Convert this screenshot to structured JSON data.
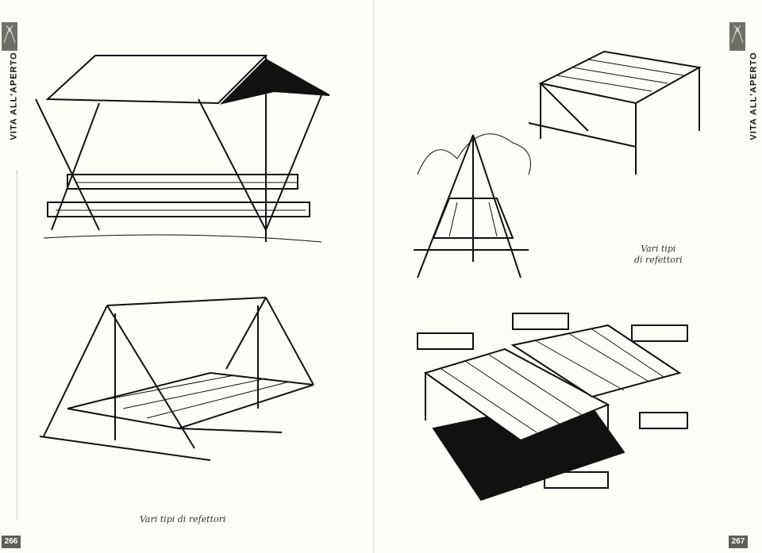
{
  "left_page": {
    "section_label": "VITA ALL'APERTO",
    "caption": "Vari tipi di refettori",
    "page_number": "266"
  },
  "right_page": {
    "section_label": "VITA ALL'APERTO",
    "caption_line1": "Vari tipi",
    "caption_line2": "di refettori",
    "page_number": "267"
  }
}
